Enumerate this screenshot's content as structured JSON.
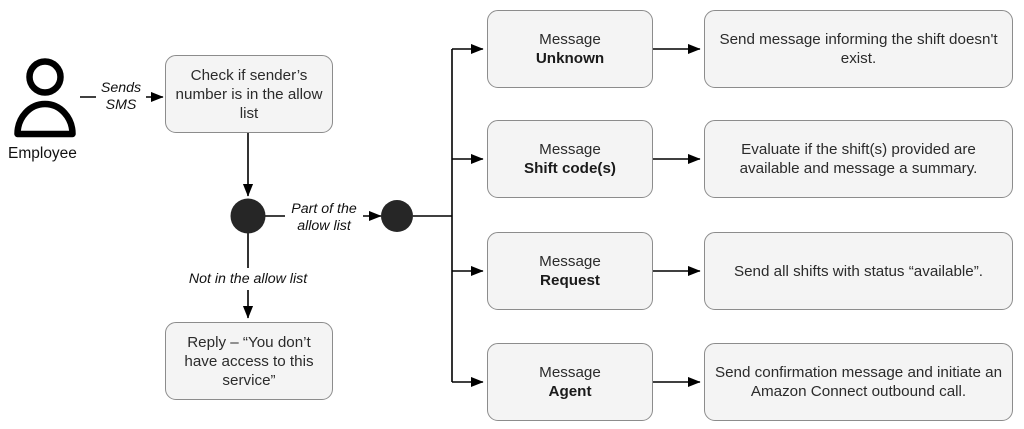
{
  "diagram": {
    "actor": {
      "icon": "person-icon",
      "caption": "Employee"
    },
    "edge_labels": {
      "sends_sms_line1": "Sends",
      "sends_sms_line2": "SMS",
      "part_of_allow_line1": "Part of the",
      "part_of_allow_line2": "allow list",
      "not_in_allow": "Not in the allow list"
    },
    "nodes": {
      "check_allow_list": "Check if sender’s number is in the allow list",
      "reply_no_access": "Reply – “You don’t have access to this service”"
    },
    "branches": [
      {
        "message_prefix": "Message",
        "message_kind": "Unknown",
        "action": "Send message informing the shift doesn't exist."
      },
      {
        "message_prefix": "Message",
        "message_kind": "Shift code(s)",
        "action": "Evaluate if the shift(s) provided are available and message a summary."
      },
      {
        "message_prefix": "Message",
        "message_kind": "Request",
        "action": "Send all shifts with status “available”."
      },
      {
        "message_prefix": "Message",
        "message_kind": "Agent",
        "action": "Send confirmation message and initiate an Amazon Connect outbound call."
      }
    ],
    "colors": {
      "box_fill": "#f4f4f4",
      "box_border": "#8c8c8c",
      "node_dark": "#262626",
      "line": "#000000",
      "text": "#2b2b2b"
    }
  }
}
